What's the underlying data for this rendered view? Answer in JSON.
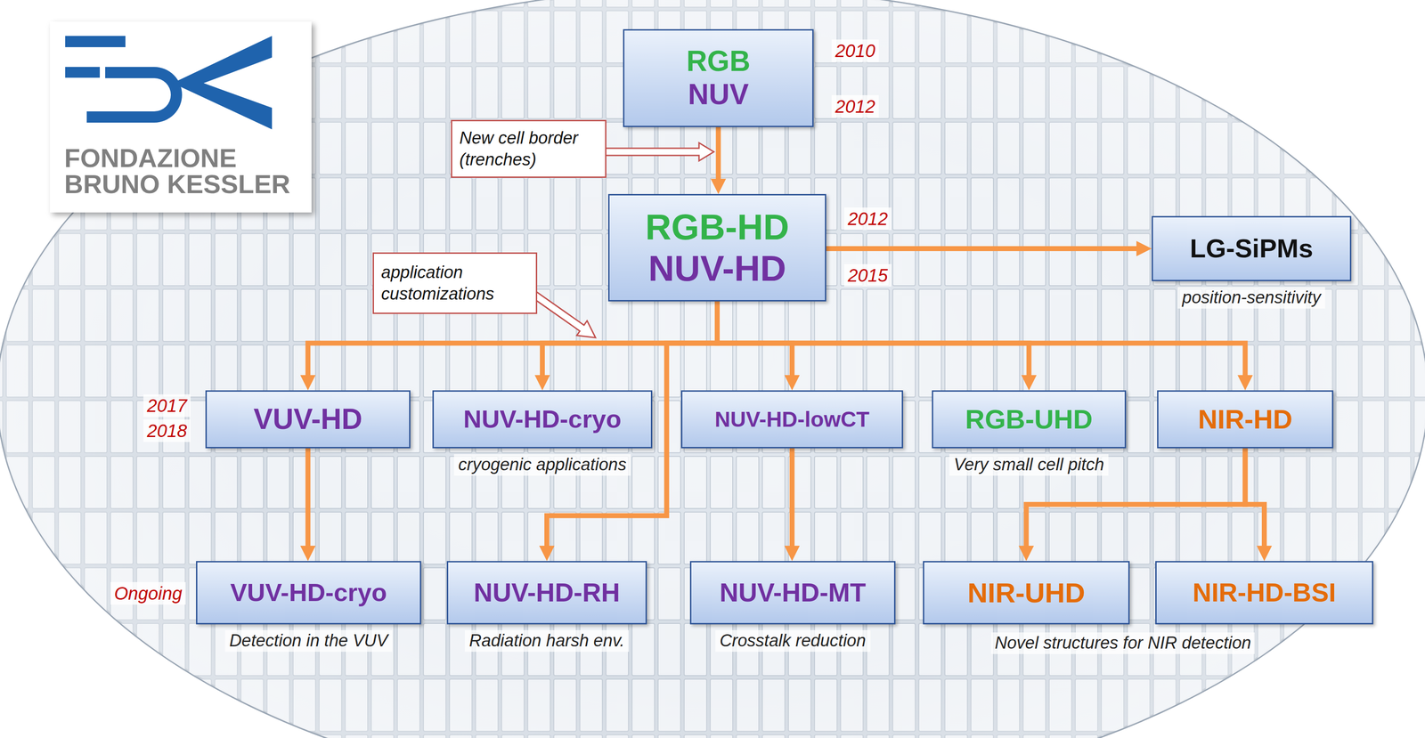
{
  "diagram": {
    "nodes": [
      {
        "text": [
          "FONDAZIONE BRUNO KESSLER"
        ]
      },
      {
        "text": [
          "RGB",
          "NUV"
        ]
      },
      {
        "text": [
          "New cell border (trenches)"
        ]
      },
      {
        "text": [
          "RGB-HD",
          "NUV-HD"
        ]
      },
      {
        "text": [
          "application customizations"
        ]
      },
      {
        "text": [
          "LG-SiPMs",
          "position-sensitivity"
        ]
      },
      {
        "text": [
          "VUV-HD"
        ]
      },
      {
        "text": [
          "NUV-HD-cryo",
          "cryogenic applications"
        ]
      },
      {
        "text": [
          "NUV-HD-lowCT"
        ]
      },
      {
        "text": [
          "RGB-UHD",
          "Very small cell pitch"
        ]
      },
      {
        "text": [
          "NIR-HD"
        ]
      },
      {
        "text": [
          "VUV-HD-cryo",
          "Detection in the VUV"
        ]
      },
      {
        "text": [
          "NUV-HD-RH",
          "Radiation harsh env."
        ]
      },
      {
        "text": [
          "NUV-HD-MT",
          "Crosstalk reduction"
        ]
      },
      {
        "text": [
          "NIR-UHD"
        ]
      },
      {
        "text": [
          "NIR-HD-BSI"
        ]
      }
    ],
    "edges": [
      {
        "from": 1,
        "to": 3,
        "arrow": "to"
      },
      {
        "from": 3,
        "to": 5,
        "arrow": "to"
      },
      {
        "from": 3,
        "to": 6,
        "arrow": "to"
      },
      {
        "from": 3,
        "to": 7,
        "arrow": "to"
      },
      {
        "from": 3,
        "to": 12,
        "arrow": "to"
      },
      {
        "from": 3,
        "to": 8,
        "arrow": "to"
      },
      {
        "from": 3,
        "to": 9,
        "arrow": "to"
      },
      {
        "from": 3,
        "to": 10,
        "arrow": "to"
      },
      {
        "from": 6,
        "to": 11,
        "arrow": "to"
      },
      {
        "from": 8,
        "to": 13,
        "arrow": "to"
      },
      {
        "from": 10,
        "to": 14,
        "arrow": "to"
      },
      {
        "from": 10,
        "to": 15,
        "arrow": "to"
      }
    ],
    "labels": [
      "2010",
      "2012",
      "2012",
      "2015",
      "2017",
      "2018",
      "Ongoing",
      "Novel structures for NIR detection"
    ]
  }
}
